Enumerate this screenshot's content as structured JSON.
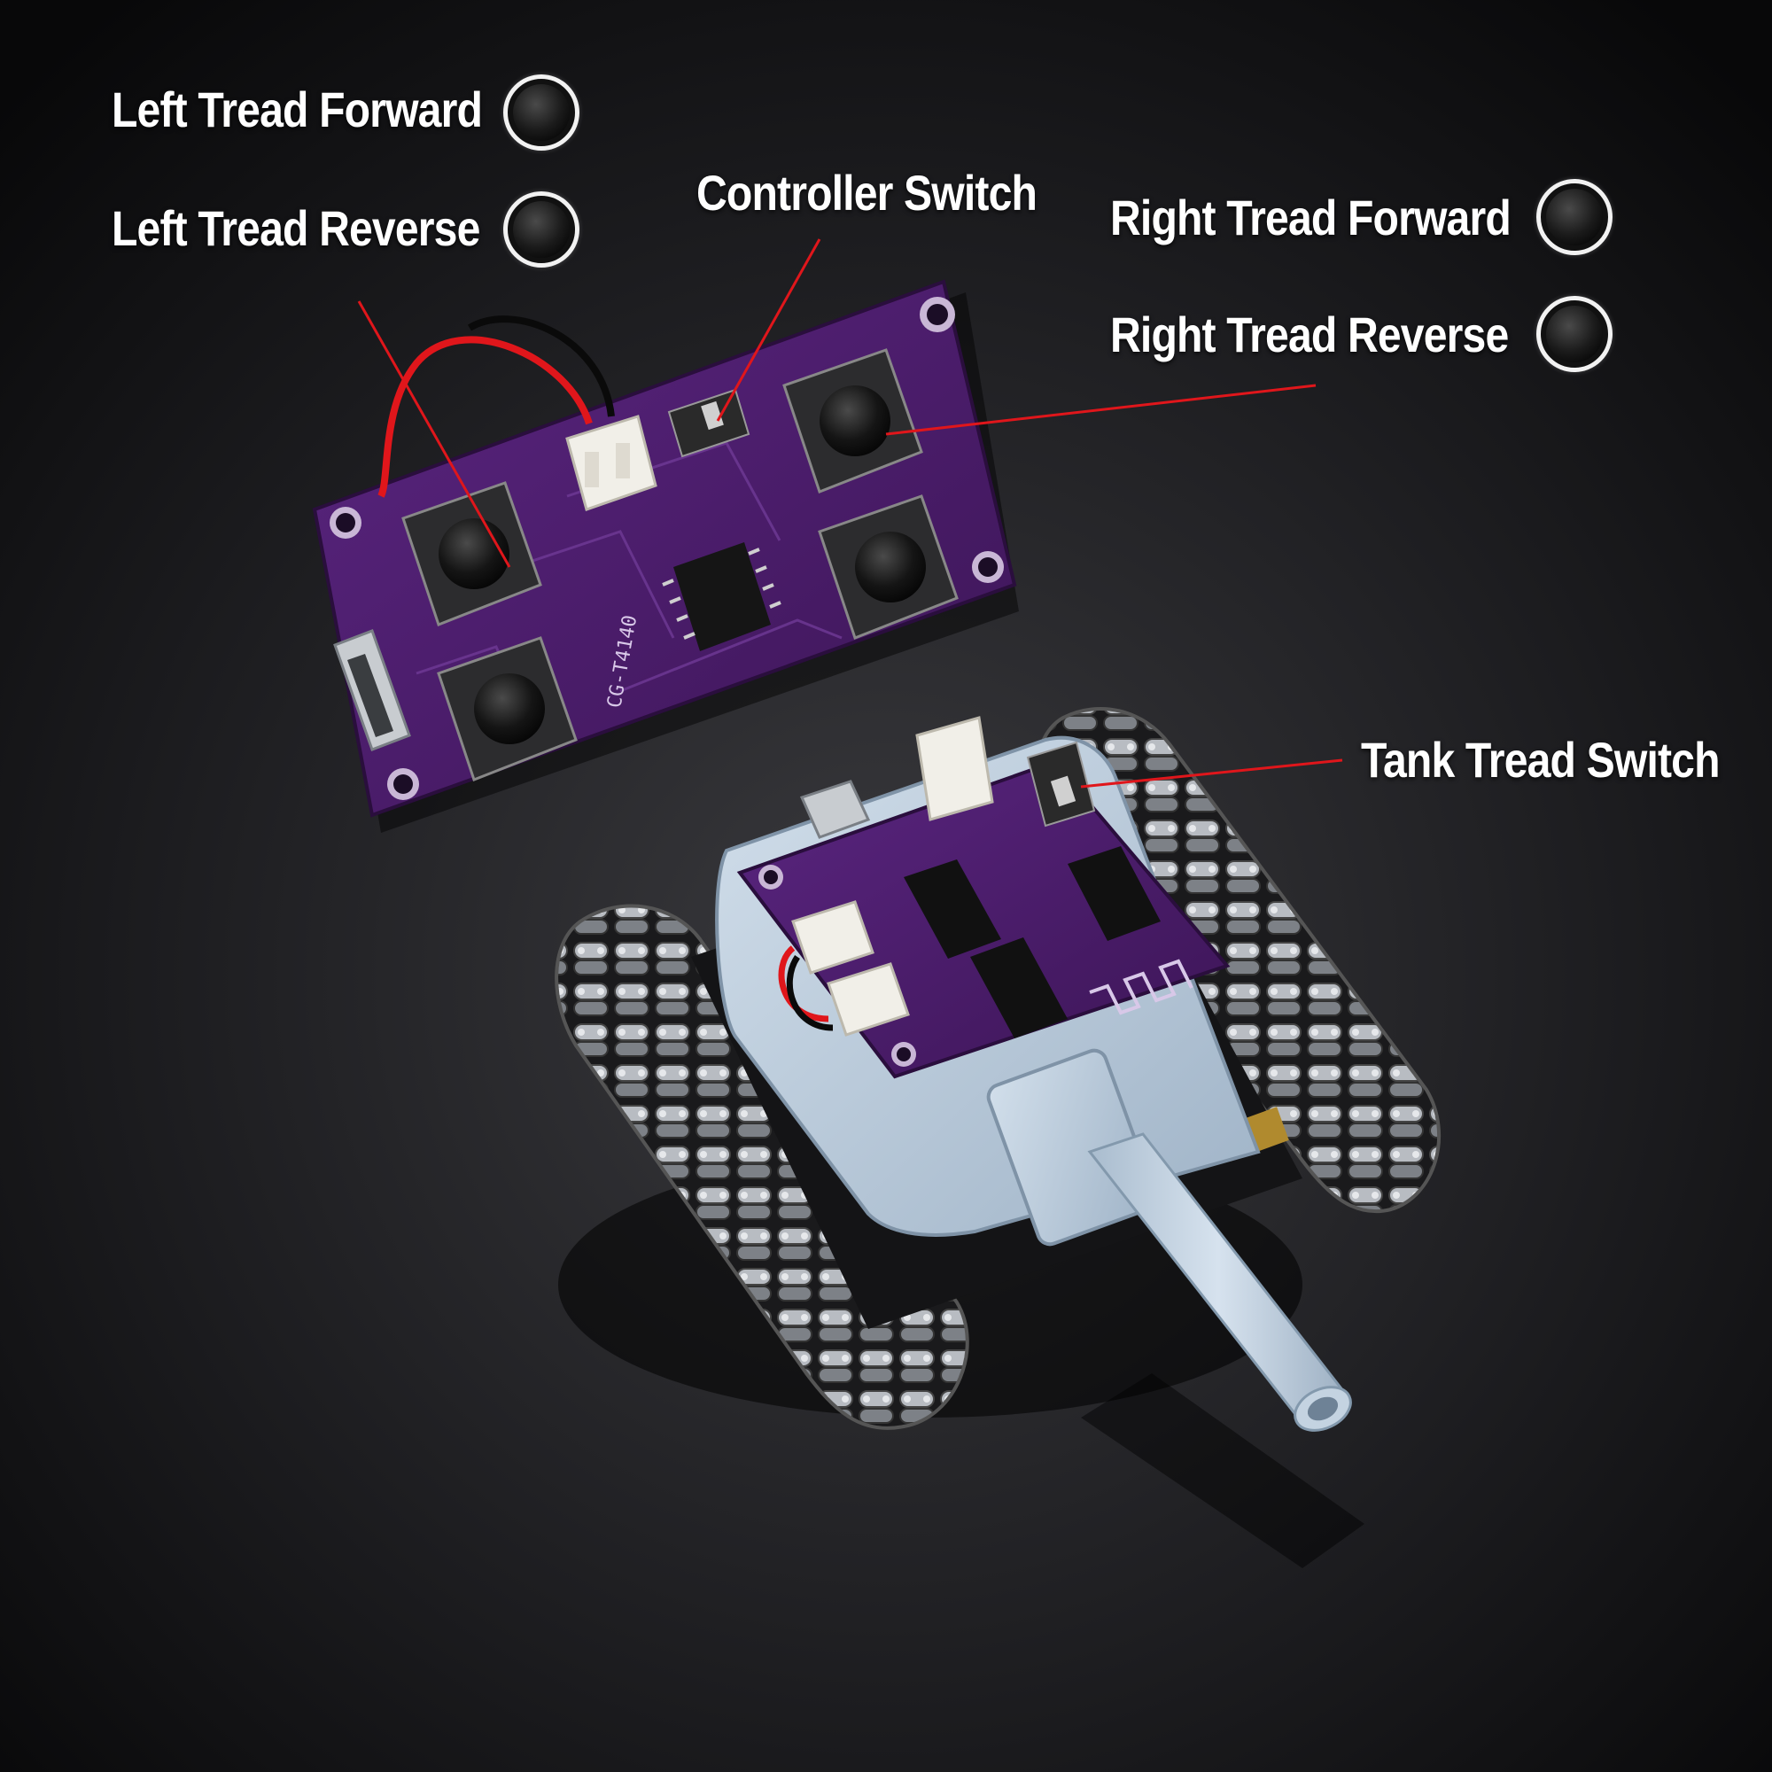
{
  "labels": {
    "left_forward": "Left Tread Forward",
    "left_reverse": "Left Tread Reverse",
    "controller_switch": "Controller Switch",
    "right_forward": "Right Tread Forward",
    "right_reverse": "Right Tread Reverse",
    "tank_switch": "Tank Tread Switch"
  },
  "pcb_marking": "CG-T4140",
  "colors": {
    "background": "#0d0d0f",
    "pcb": "#4b1d6b",
    "leader_line": "#e0161b",
    "tank_body": "#b9cadb",
    "chain": "#9a9ea4"
  }
}
